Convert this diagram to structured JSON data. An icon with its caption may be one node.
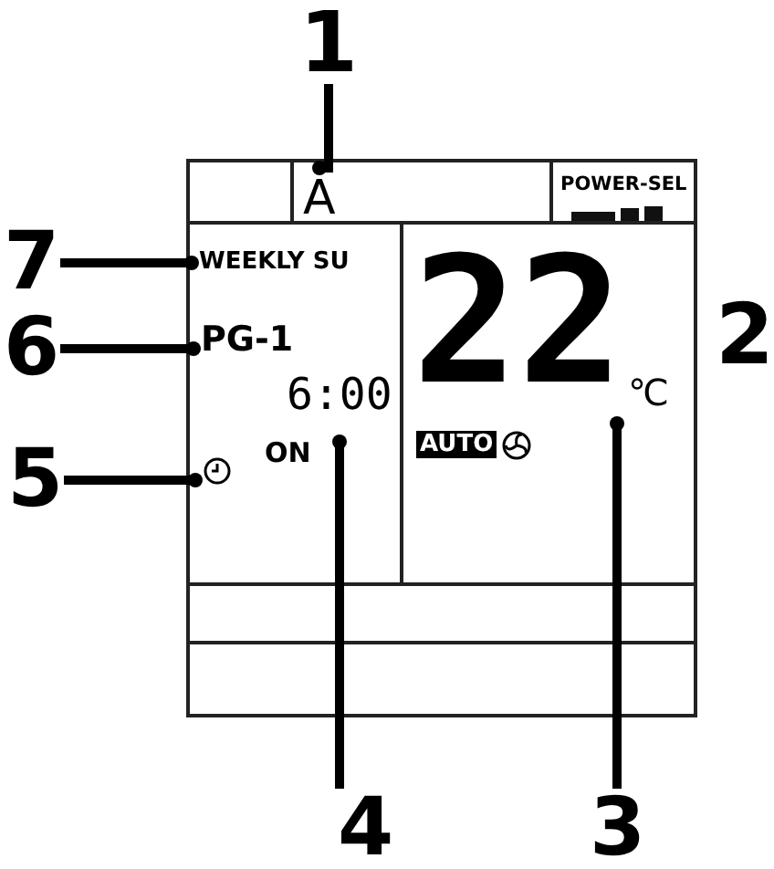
{
  "diagram": {
    "nodes": [
      {
        "text": [
          "1"
        ]
      },
      {
        "text": [
          "A"
        ]
      },
      {
        "text": [
          "7"
        ]
      },
      {
        "text": [
          "WEEKLY SU"
        ]
      },
      {
        "text": [
          "6"
        ]
      },
      {
        "text": [
          "PG-1"
        ]
      },
      {
        "text": [
          "22"
        ]
      },
      {
        "text": [
          "6:00"
        ]
      },
      {
        "text": [
          "5"
        ]
      },
      {
        "text": [],
        "shape": "circle"
      },
      {
        "text": [
          "4"
        ]
      },
      {
        "text": [
          "3"
        ]
      }
    ],
    "edges": [
      {
        "from": 0,
        "to": 1,
        "arrow": "other"
      },
      {
        "from": 2,
        "to": 3,
        "arrow": "other"
      },
      {
        "from": 4,
        "to": 5,
        "arrow": "other"
      },
      {
        "from": 8,
        "to": 9,
        "arrow": "other"
      },
      {
        "from": 10,
        "to": 7,
        "arrow": "other"
      },
      {
        "from": 11,
        "to": 6,
        "arrow": "other"
      }
    ],
    "labels": [
      "POWER-SEL",
      "2",
      "℃",
      "ON",
      "AUTO"
    ]
  }
}
